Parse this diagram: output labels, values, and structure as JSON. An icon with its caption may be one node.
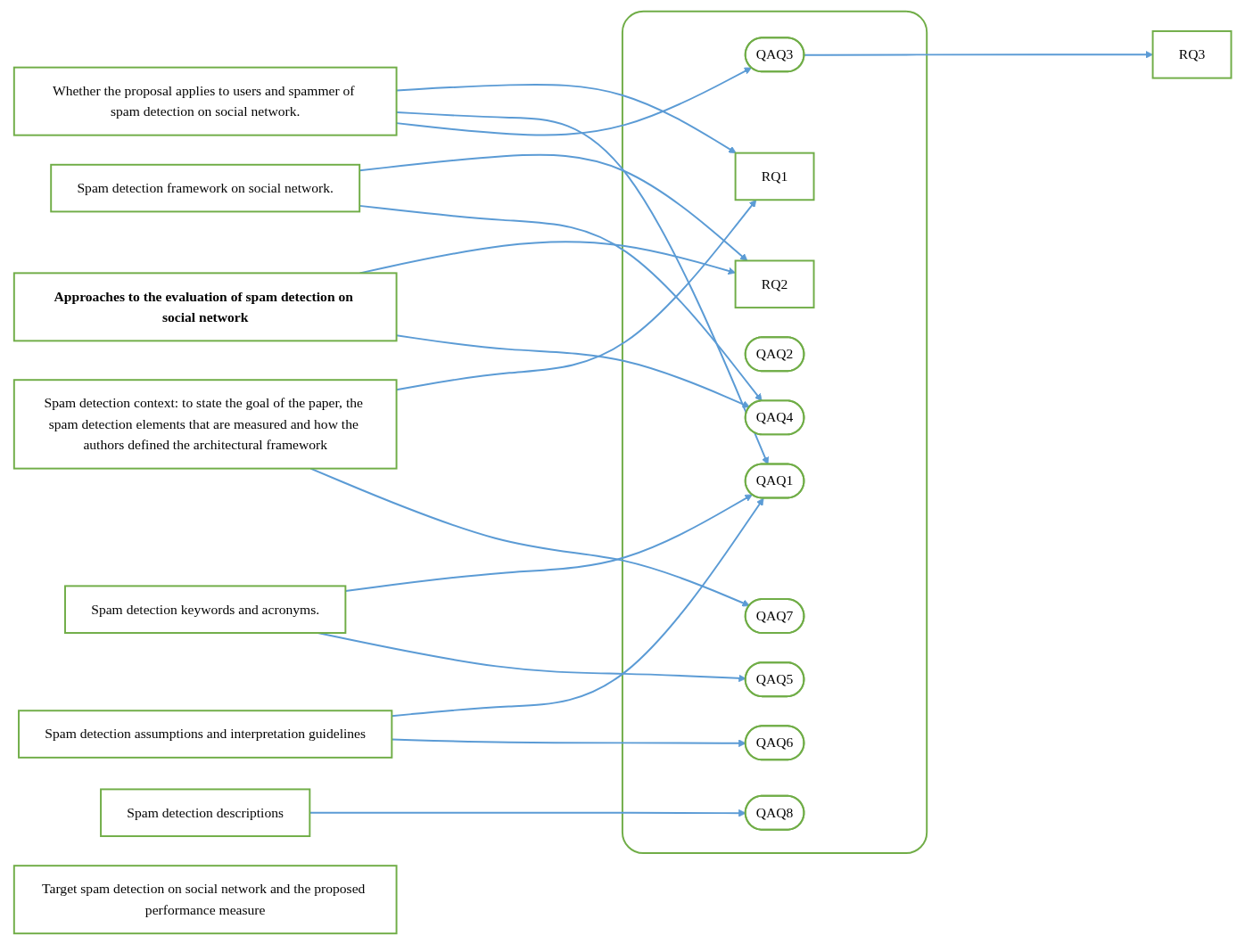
{
  "diagram": {
    "nodes": [
      {
        "text": [
          "Whether the proposal applies to users and spammer of spam detection on social network."
        ]
      },
      {
        "text": [
          "Spam detection context: to state the goal of the paper, the spam detection elements that are measured and how the authors defined the architectural framework"
        ]
      },
      {
        "text": [
          "Spam detection framework on social network."
        ]
      },
      {
        "text": [
          "Approaches to the evaluation of spam detection on social network"
        ]
      },
      {
        "text": [
          "Spam detection keywords and acronyms."
        ]
      },
      {
        "text": [
          "Spam detection descriptions"
        ]
      },
      {
        "text": [
          "Spam detection assumptions and interpretation guidelines"
        ]
      },
      {
        "text": [
          "Target spam detection on social network and the proposed performance measure"
        ]
      },
      {
        "text": [],
        "shape": "box"
      },
      {
        "text": [
          "RQ1"
        ],
        "in": 8
      },
      {
        "text": [
          "RQ2"
        ],
        "in": 8
      },
      {
        "text": [
          "QAQ1"
        ],
        "in": 8
      },
      {
        "text": [
          "QAQ2"
        ],
        "in": 8
      },
      {
        "text": [
          "QAQ3"
        ],
        "in": 8
      },
      {
        "text": [
          "QAQ4"
        ],
        "in": 8
      },
      {
        "text": [
          "QAQ5"
        ],
        "in": 8
      },
      {
        "text": [
          "QAQ6"
        ],
        "in": 8
      },
      {
        "text": [
          "QAQ7"
        ],
        "in": 8
      },
      {
        "text": [
          "QAQ8"
        ],
        "in": 8
      },
      {
        "text": [
          "RQ3"
        ]
      }
    ],
    "edges": [
      {
        "from": 0,
        "to": 9,
        "arrow": "to"
      },
      {
        "from": 0,
        "to": 11,
        "arrow": "to"
      },
      {
        "from": 0,
        "to": 13,
        "arrow": "to"
      },
      {
        "from": 1,
        "to": 9,
        "arrow": "to"
      },
      {
        "from": 1,
        "to": 17,
        "arrow": "to"
      },
      {
        "from": 2,
        "to": 10,
        "arrow": "to"
      },
      {
        "from": 2,
        "to": 14,
        "arrow": "to"
      },
      {
        "from": 3,
        "to": 10,
        "arrow": "to"
      },
      {
        "from": 3,
        "to": 14,
        "arrow": "to"
      },
      {
        "from": 4,
        "to": 11,
        "arrow": "to"
      },
      {
        "from": 4,
        "to": 15,
        "arrow": "to"
      },
      {
        "from": 5,
        "to": 18,
        "arrow": "to"
      },
      {
        "from": 6,
        "to": 11,
        "arrow": "to"
      },
      {
        "from": 6,
        "to": 16,
        "arrow": "to"
      },
      {
        "from": 13,
        "to": 19,
        "arrow": "to"
      }
    ]
  }
}
